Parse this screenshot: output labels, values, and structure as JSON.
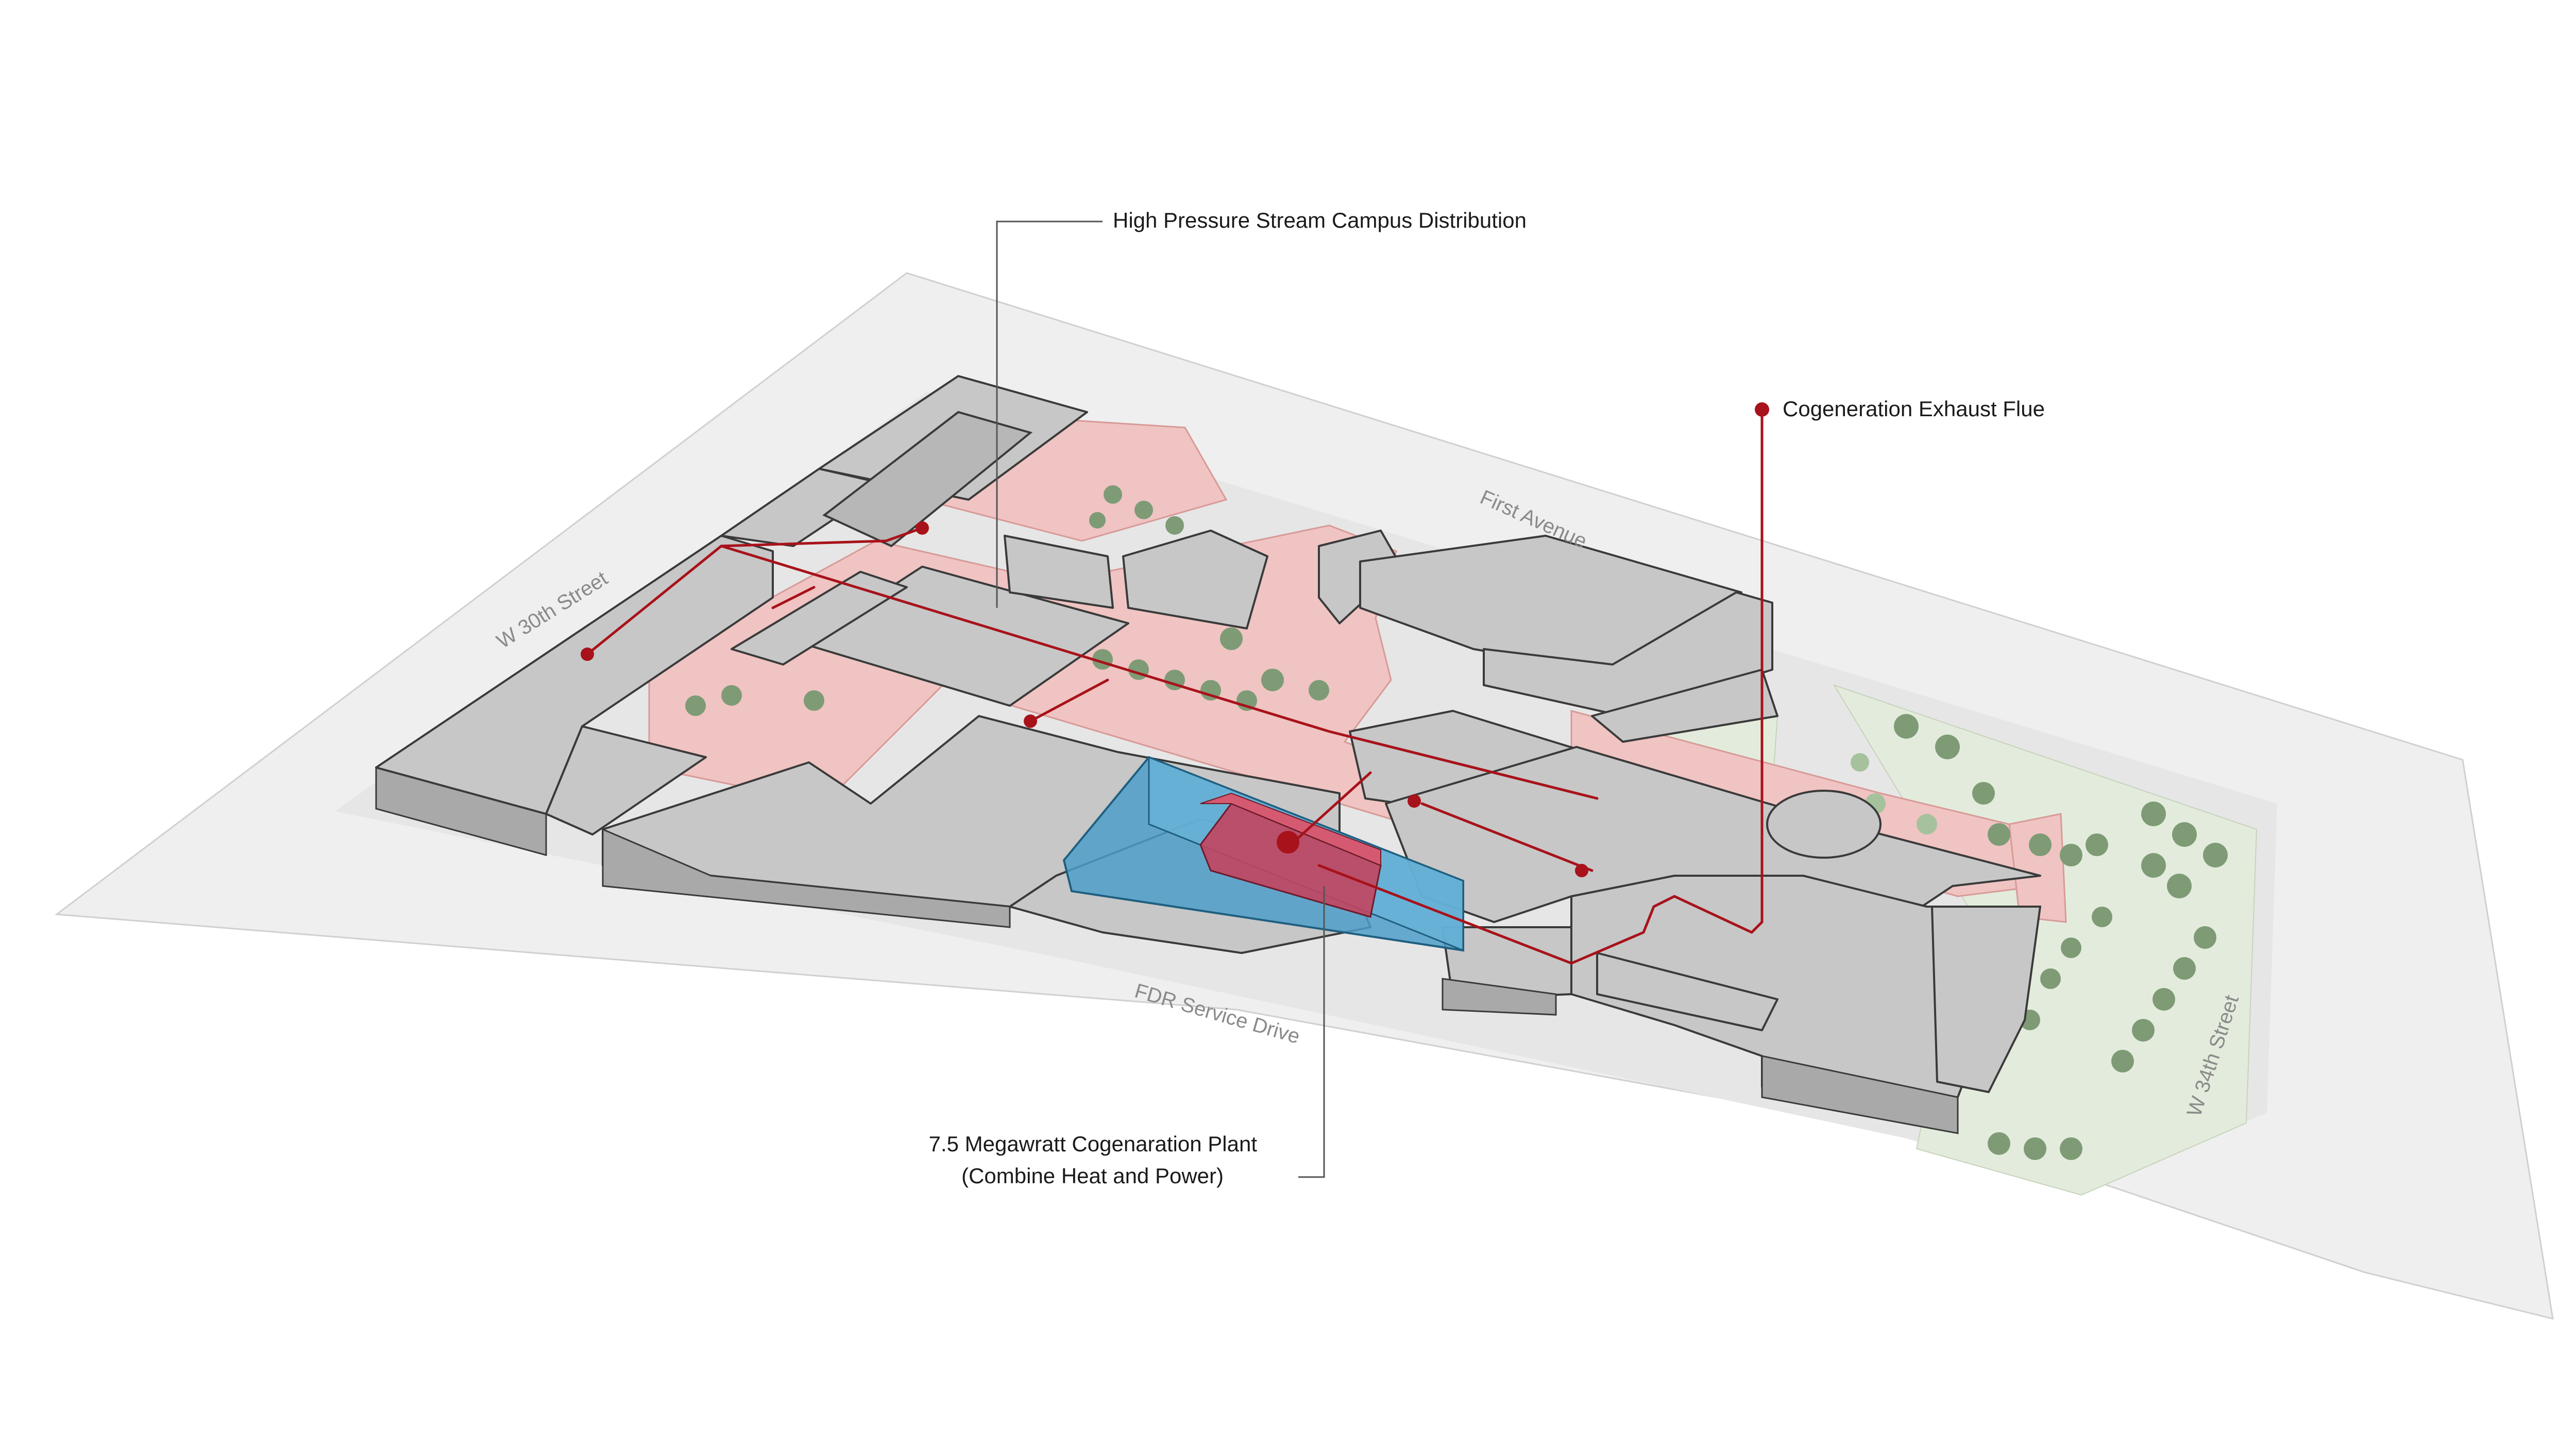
{
  "labels": {
    "steam_distribution": "High Pressure Stream Campus Distribution",
    "exhaust_flue": "Cogeneration Exhaust Flue",
    "plant_line1": "7.5 Megawratt  Cogenaration Plant",
    "plant_line2": "(Combine Heat and Power)"
  },
  "streets": {
    "west": "W 30th Street",
    "north": "First Avenue",
    "south": "FDR Service Drive",
    "east": "W 34th Street"
  },
  "colors": {
    "steam_line": "#a8121a",
    "plant_volume": "#4d9fc9",
    "cogen_unit": "#c2455e",
    "buildings": "#c7c7c7",
    "courtyards": "#efc4c2",
    "landscape": "#e3ecdc"
  }
}
